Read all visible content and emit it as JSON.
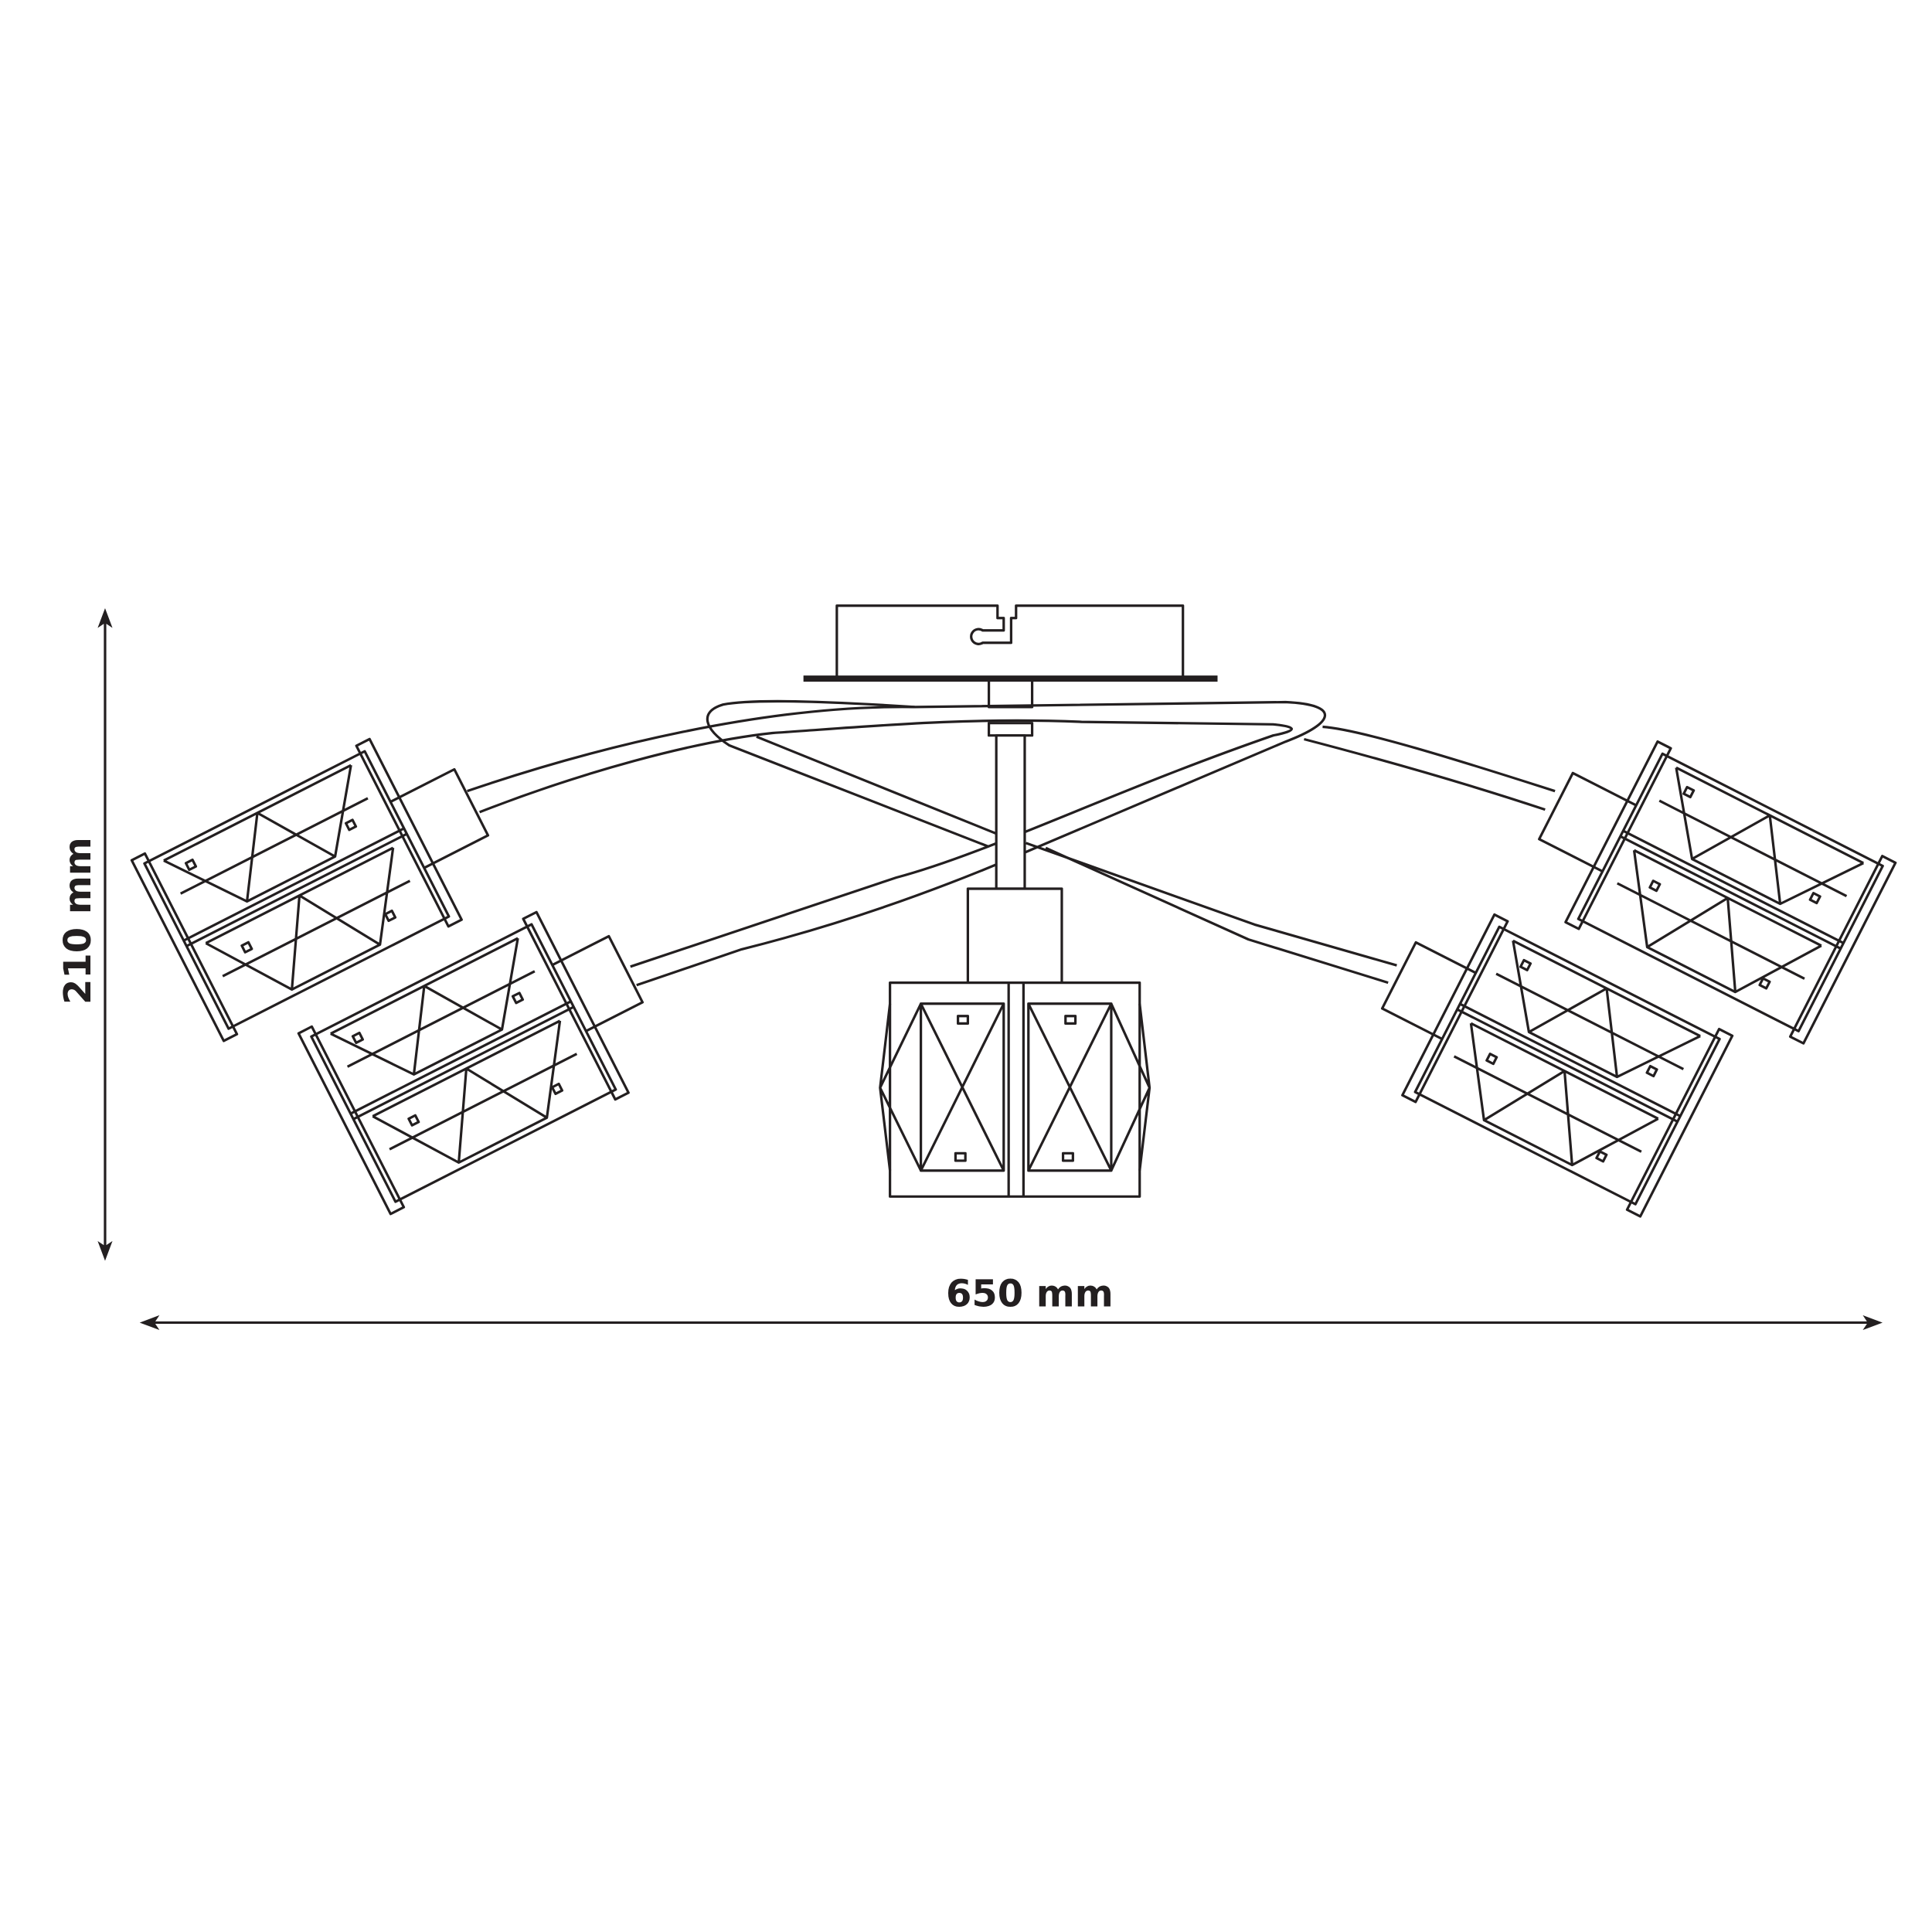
{
  "dimensions": {
    "height_label": "210 mm",
    "width_label": "650 mm"
  },
  "product": {
    "shade_count": 5,
    "line_color": "#231f20",
    "background": "#ffffff"
  }
}
